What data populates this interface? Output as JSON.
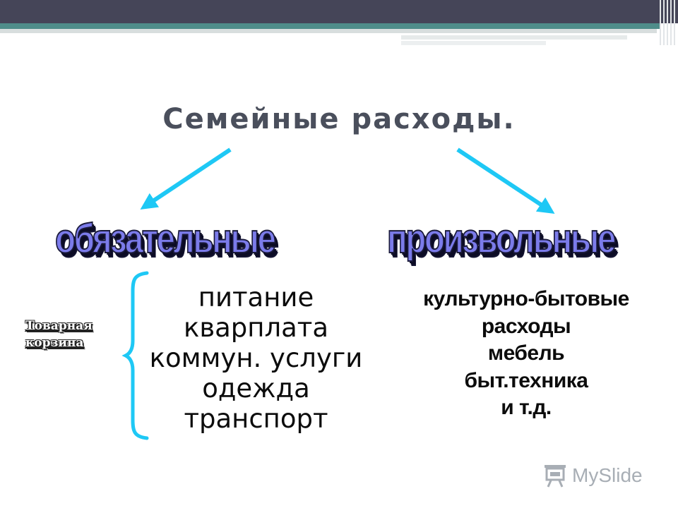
{
  "title": "Семейные расходы.",
  "branches": [
    {
      "label": "обязательные"
    },
    {
      "label": "произвольные"
    }
  ],
  "basket_label": [
    "Товарная",
    "корзина"
  ],
  "mandatory_items": [
    "питание",
    "кварплата",
    "коммун. услуги",
    "одежда",
    "транспорт"
  ],
  "optional_items": [
    "культурно-бытовые",
    "расходы",
    "мебель",
    "быт.техника",
    "и т.д."
  ],
  "watermark": "MySlide",
  "colors": {
    "arrow": "#1ec8f5",
    "wordart_fill": "#7b7bea",
    "title": "#4a4f5c",
    "brace": "#1ec8f5"
  }
}
